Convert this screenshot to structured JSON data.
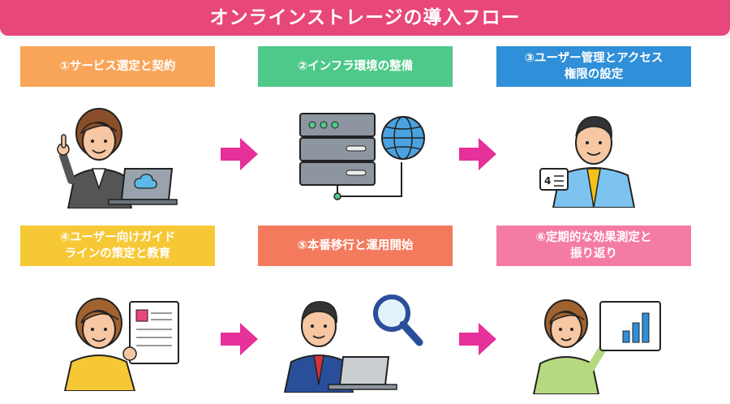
{
  "title": "オンラインストレージの導入フロー",
  "colors": {
    "banner": "#e8477a",
    "arrow": "#e6309a",
    "step1": "#f9a559",
    "step2": "#4ec98a",
    "step3": "#2f8fd8",
    "step4": "#f6c835",
    "step5": "#f47a5e",
    "step6": "#f47ba6"
  },
  "steps": [
    {
      "label": "①サービス選定と契約",
      "icon": "woman-pointing-laptop-icon"
    },
    {
      "label": "②インフラ環境の整備",
      "icon": "server-globe-icon"
    },
    {
      "label": "③ユーザー管理とアクセス権限の設定",
      "label_lines": [
        "③ユーザー管理とアクセス",
        "権限の設定"
      ],
      "icon": "man-id-card-icon"
    },
    {
      "label": "④ユーザー向けガイドラインの策定と教育",
      "label_lines": [
        "④ユーザー向けガイド",
        "ラインの策定と教育"
      ],
      "icon": "woman-document-icon"
    },
    {
      "label": "⑤本番移行と運用開始",
      "icon": "man-laptop-magnifier-icon"
    },
    {
      "label": "⑥定期的な効果測定と振り返り",
      "label_lines": [
        "⑥定期的な効果測定と",
        "振り返り"
      ],
      "icon": "woman-chart-icon"
    }
  ],
  "arrows": [
    "arrow-right-icon",
    "arrow-right-icon",
    "arrow-right-icon",
    "arrow-right-icon"
  ]
}
